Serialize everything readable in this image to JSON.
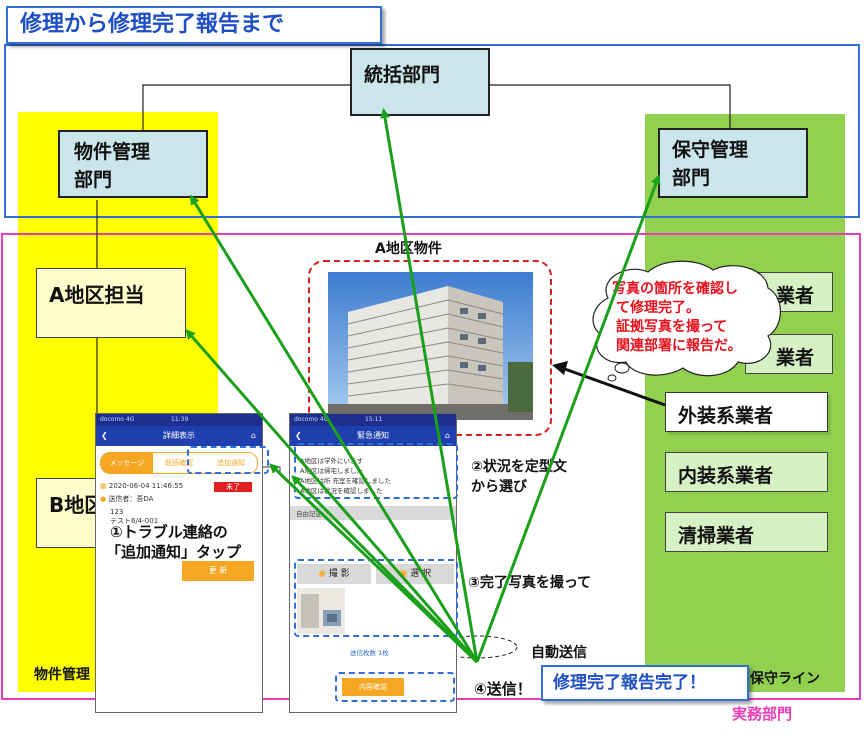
{
  "title": "修理から修理完了報告まで",
  "nodes": {
    "hq": "統括部門",
    "property_dept": [
      "物件管理",
      "部門"
    ],
    "maintenance_dept": [
      "保守管理",
      "部門"
    ],
    "area_a": "A地区担当",
    "area_b": "B地区",
    "contractors": [
      "業者",
      "業者",
      "外装系業者",
      "内装系業者",
      "清掃業者"
    ]
  },
  "property_label": "A地区物件",
  "callout": [
    "写真の箇所を確認し",
    "て修理完了。",
    "証拠写真を撮って",
    "関連部署に報告だ。"
  ],
  "steps": {
    "s1": [
      "①トラブル連絡の",
      "「追加通知」タップ"
    ],
    "s2": [
      "②状況を定型文",
      "から選び"
    ],
    "s3": "③完了写真を撮って",
    "s4": "④送信！",
    "auto_send": "自動送信",
    "done": "修理完了報告完了！"
  },
  "bottom_labels": {
    "left": "物件管理",
    "right": "保守ライン",
    "field": "実務部門"
  },
  "phone1": {
    "status": "docomo 4G",
    "time": "11:39",
    "title": "詳細表示",
    "tabs": [
      "メッセージ",
      "既読確認",
      "追加通知"
    ],
    "date": "2020-06-04 11:46:55",
    "badge": "未了",
    "sender": "送信者：吾DA",
    "line1": "123",
    "line2": "テスト6/4-001",
    "update_btn": "更 新"
  },
  "phone2": {
    "status": "docomo 4G",
    "time": "15:11",
    "title": "緊急通知",
    "templates": [
      "A地区は学外にいます",
      "A地区は帰宅しました",
      "A地区は所 充室を確認しました",
      "A地区は状況を確認しました"
    ],
    "free_label": "自由記述",
    "camera_btn": "撮 影",
    "select_btn": "選 択",
    "count_text": "送信枚数 1枚",
    "confirm_btn": "内容確認"
  },
  "colors": {
    "accent_blue": "#2f6fd6",
    "field_pink": "#e93fb6",
    "arrow_green": "#1aa01a",
    "callout_red": "#e8111d",
    "maintenance_green": "#92d050",
    "property_yellow": "#ffff00"
  }
}
